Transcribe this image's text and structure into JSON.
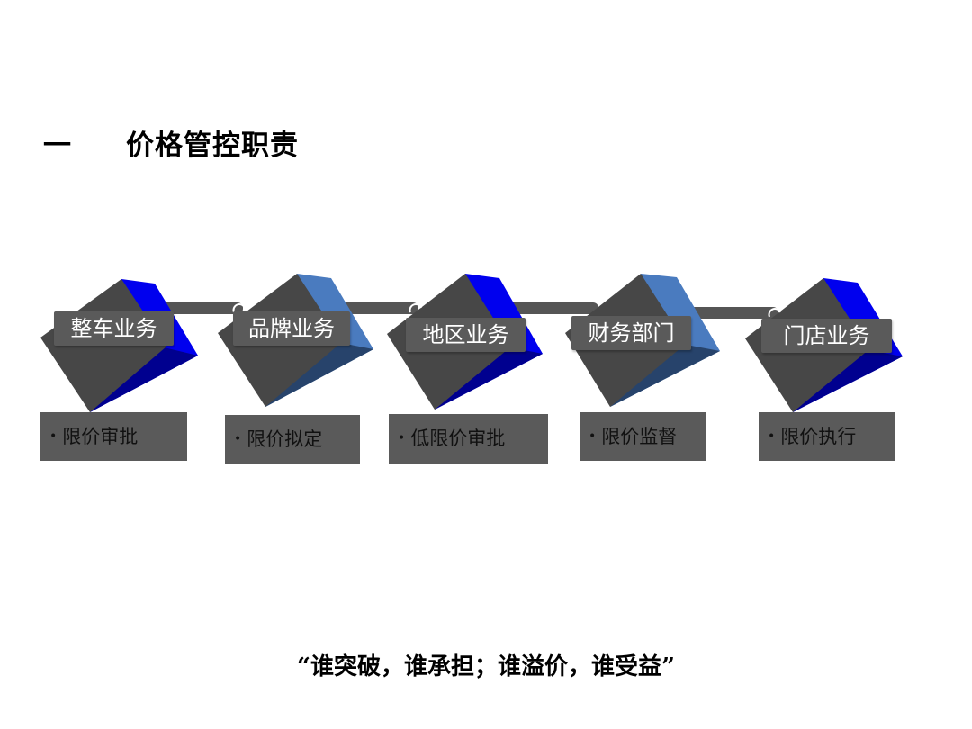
{
  "title": {
    "number": "一",
    "text": "价格管控职责"
  },
  "colors": {
    "cube_front": "#474747",
    "cube_blue_bright": "#0000ee",
    "cube_blue_bright_shadow": "#00008f",
    "cube_blue_steel": "#4a7bbf",
    "cube_blue_steel_shadow": "#27436b",
    "label_bg": "#5a5a5a",
    "connector": "#555555",
    "desc_bg": "#5a5a5a"
  },
  "nodes": [
    {
      "label": "整车业务",
      "bullet": "•",
      "duty": "限价审批",
      "cube_style": "bright"
    },
    {
      "label": "品牌业务",
      "bullet": "•",
      "duty": "限价拟定",
      "cube_style": "steel"
    },
    {
      "label": "地区业务",
      "bullet": "•",
      "duty": "低限价审批",
      "cube_style": "bright"
    },
    {
      "label": "财务部门",
      "bullet": "•",
      "duty": "限价监督",
      "cube_style": "steel"
    },
    {
      "label": "门店业务",
      "bullet": "•",
      "duty": "限价执行",
      "cube_style": "bright"
    }
  ],
  "quote": "“谁突破，谁承担；谁溢价，谁受益”"
}
